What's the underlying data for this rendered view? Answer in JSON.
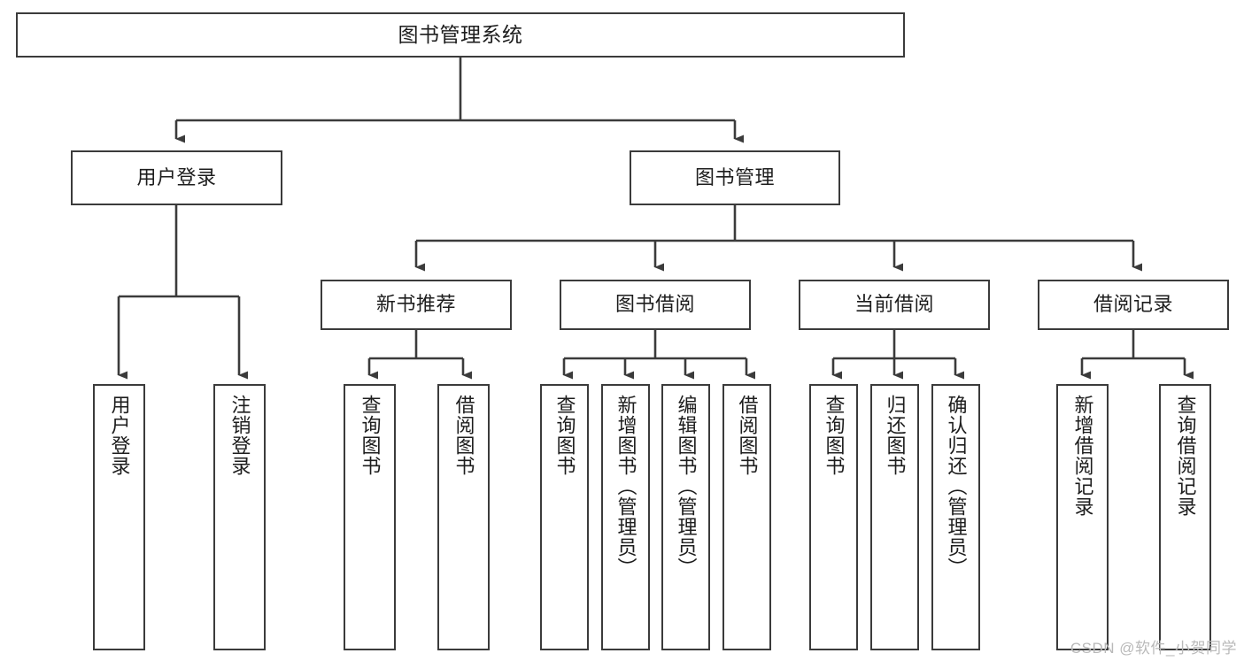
{
  "diagram": {
    "type": "tree-hierarchy",
    "title": "图书管理系统",
    "watermark": "CSDN @软件_小贺同学",
    "colors": {
      "border": "#3b3b3b",
      "background": "#ffffff",
      "text": "#1d1d1d",
      "edge": "#3b3b3b",
      "watermark": "#b9b9b9"
    },
    "root": {
      "label": "图书管理系统"
    },
    "level2": [
      {
        "label": "用户登录"
      },
      {
        "label": "图书管理"
      }
    ],
    "level3": [
      {
        "label": "新书推荐"
      },
      {
        "label": "图书借阅"
      },
      {
        "label": "当前借阅"
      },
      {
        "label": "借阅记录"
      }
    ],
    "leaves": {
      "user_login": [
        {
          "label": "用户登录"
        },
        {
          "label": "注销登录"
        }
      ],
      "new_book_recommend": [
        {
          "label": "查询图书"
        },
        {
          "label": "借阅图书"
        }
      ],
      "book_borrow": [
        {
          "label": "查询图书"
        },
        {
          "label": "新增图书（管理员）"
        },
        {
          "label": "编辑图书（管理员）"
        },
        {
          "label": "借阅图书"
        }
      ],
      "current_borrow": [
        {
          "label": "查询图书"
        },
        {
          "label": "归还图书"
        },
        {
          "label": "确认归还（管理员）"
        }
      ],
      "borrow_record": [
        {
          "label": "新增借阅记录"
        },
        {
          "label": "查询借阅记录"
        }
      ]
    }
  }
}
